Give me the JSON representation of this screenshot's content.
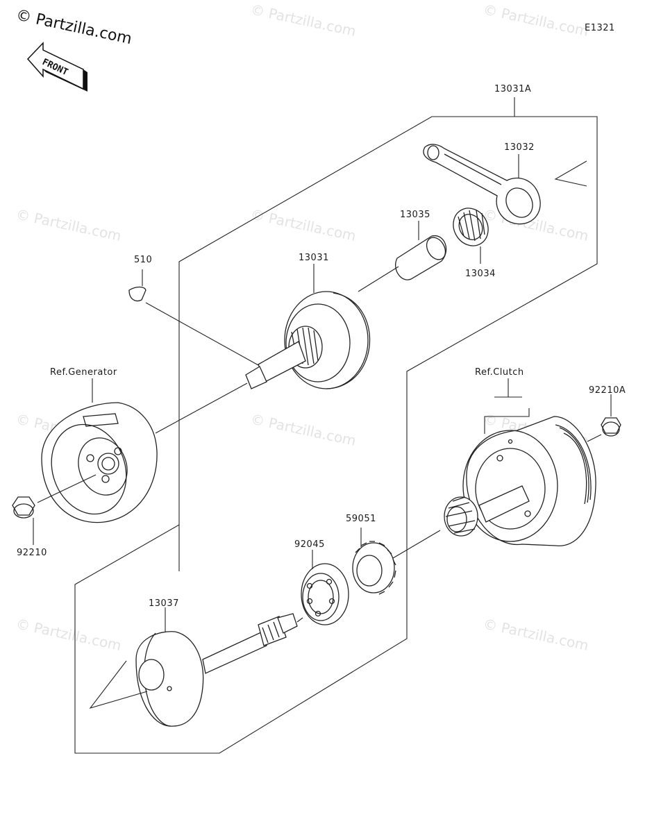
{
  "brand": "© Partzilla.com",
  "watermark": "© Partzilla.com",
  "diagram_code": "E1321",
  "front_label": "FRONT",
  "parts": {
    "p13031A": "13031A",
    "p13032": "13032",
    "p13035": "13035",
    "p13034": "13034",
    "p13031": "13031",
    "p510": "510",
    "ref_generator": "Ref.Generator",
    "ref_clutch": "Ref.Clutch",
    "p92210A": "92210A",
    "p92210": "92210",
    "p59051": "59051",
    "p92045": "92045",
    "p13037": "13037"
  }
}
